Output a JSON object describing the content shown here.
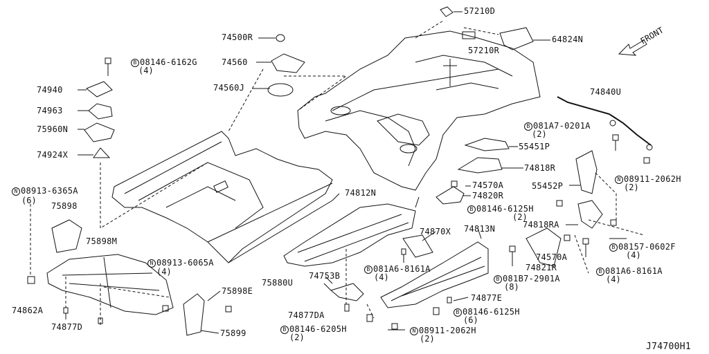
{
  "diagram_id": "J74700H1",
  "direction": "FRONT",
  "parts": {
    "p57210D": "57210D",
    "p57210R": "57210R",
    "p64824N": "64824N",
    "p74500R": "74500R",
    "p74560": "74560",
    "p74560J": "74560J",
    "pB0814616": "08146-6162G",
    "qB0814616": "(4)",
    "p74940": "74940",
    "p74963": "74963",
    "p75960N": "75960N",
    "p74924X": "74924X",
    "p74840U": "74840U",
    "pB081A7": "081A7-0201A",
    "qB081A7": "(2)",
    "p55451P": "55451P",
    "p74818R": "74818R",
    "pN08911a": "08911-2062H",
    "qN08911a": "(2)",
    "p74570A1": "74570A",
    "p74820R": "74820R",
    "p55452P": "55452P",
    "pB0814612a": "08146-6125H",
    "qB0814612a": "(2)",
    "pN08913a": "08913-6365A",
    "qN08913a": "(6)",
    "p75898": "75898",
    "p74812N": "74812N",
    "p75898M": "75898M",
    "p74870X": "74870X",
    "p74813N": "74813N",
    "p74818RA": "74818RA",
    "pB08157": "08157-0602F",
    "qB08157": "(4)",
    "pN08913b": "08913-6065A",
    "qN08913b": "(4)",
    "p74570A2": "74570A",
    "p74821R": "74821R",
    "pB081A6a": "081A6-8161A",
    "qB081A6a": "(4)",
    "pB081A6b": "081A6-8161A",
    "qB081A6b": "(4)",
    "p74753B": "74753B",
    "p75880U": "75880U",
    "pB081B7": "081B7-2901A",
    "qB081B7": "(8)",
    "p75898E": "75898E",
    "p74877E": "74877E",
    "p74862A": "74862A",
    "pB0814612b": "08146-6125H",
    "qB0814612b": "(6)",
    "p74877DA": "74877DA",
    "p74877D": "74877D",
    "p75899": "75899",
    "pB0814662": "08146-6205H",
    "qB0814662": "(2)",
    "pN08911b": "08911-2062H",
    "qN08911b": "(2)"
  },
  "prefix": {
    "bolt": "B",
    "nut": "N"
  }
}
